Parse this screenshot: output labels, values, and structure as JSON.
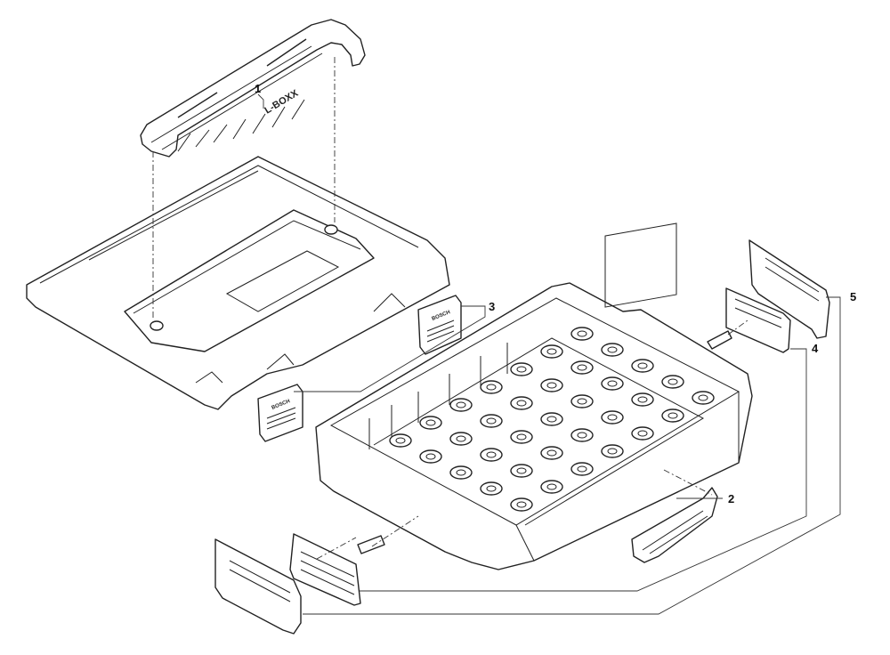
{
  "callouts": {
    "c1": "1",
    "c2": "2",
    "c3": "3",
    "c4": "4",
    "c5": "5"
  },
  "handle_lettering": "L-BOXX",
  "clip_brand": "BOSCH",
  "colors": {
    "line": "#222222",
    "background": "#ffffff",
    "shade": "#d9d9d9"
  }
}
